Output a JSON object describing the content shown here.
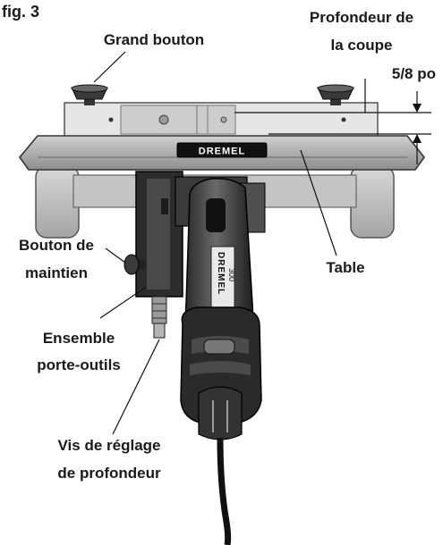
{
  "figure": {
    "fig_label": "fig. 3",
    "brand_plate": "DREMEL",
    "tool_brand": "DREMEL",
    "tool_model": "300",
    "labels": {
      "grand_bouton": "Grand bouton",
      "profondeur_line1": "Profondeur de",
      "profondeur_line2": "la coupe",
      "depth_value": "5/8 po",
      "table": "Table",
      "bouton_line1": "Bouton de",
      "bouton_line2": "maintien",
      "ensemble_line1": "Ensemble",
      "ensemble_line2": "porte-outils",
      "vis_line1": "Vis de réglage",
      "vis_line2": "de profondeur"
    }
  }
}
